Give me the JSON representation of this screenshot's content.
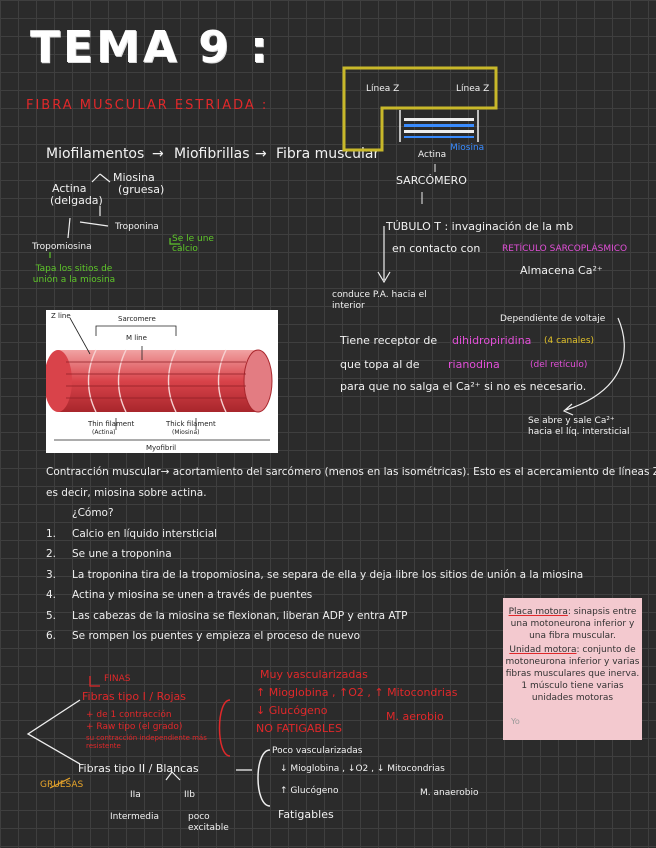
{
  "title": "TEMA 9 :",
  "subtitle": "FIBRA MUSCULAR ESTRIADA :",
  "flow": {
    "miofilamentos": "Miofilamentos",
    "miofibrillas": "Miofibrillas",
    "fibra": "Fibra muscular",
    "arrow": "→"
  },
  "actina": {
    "name": "Actina",
    "desc": "(delgada)"
  },
  "miosina": {
    "name": "Miosina",
    "desc": "(gruesa)"
  },
  "troponina": {
    "name": "Troponina",
    "note": "Se le une calcio"
  },
  "tropomiosina": {
    "name": "Tropomiosina",
    "note": "Tapa los sitios de unión a la miosina"
  },
  "sarcomero_box": {
    "linea_z_left": "Línea Z",
    "linea_z_right": "Línea Z",
    "actina": "Actina",
    "miosina": "Miosina",
    "label": "SARCÓMERO"
  },
  "tubulo": {
    "line1": "TÚBULO T : invaginación de la mb",
    "line2_prefix": "en contacto con",
    "line2_highlight": "RETÍCULO SARCOPLÁSMICO",
    "almacena": "Almacena Ca²⁺"
  },
  "conduce": "conduce P.A. hacia el interior",
  "dependiente": "Dependiente de voltaje",
  "receptor": {
    "l1a": "Tiene receptor de",
    "l1b": "dihidropiridina",
    "l1c": "(4 canales)",
    "l2a": "que topa al de",
    "l2b": "rianodina",
    "l2c": "(del retículo)",
    "l3": "para que no salga el Ca²⁺ si no es necesario."
  },
  "se_abre": "Se abre y sale Ca²⁺ hacia el líq. intersticial",
  "diagram": {
    "zline": "Z line",
    "sarcomere": "Sarcomere",
    "mline": "M line",
    "thin": "Thin filament",
    "thin_sub": "(Actina)",
    "thick": "Thick filament",
    "thick_sub": "(Miosina)",
    "myofibril": "Myofibril"
  },
  "contraccion": {
    "line1": "Contracción muscular→ acortamiento del sarcómero (menos en las isométricas). Esto es el acercamiento de líneas Z,",
    "line2": "es decir, miosina sobre actina.",
    "question": "¿Cómo?",
    "steps": [
      {
        "n": "1.",
        "t": "Calcio en líquido intersticial"
      },
      {
        "n": "2.",
        "t": "Se une a troponina"
      },
      {
        "n": "3.",
        "t": "La troponina tira de la tropomiosina, se separa de ella y deja libre los sitios de unión a la miosina"
      },
      {
        "n": "4.",
        "t": "Actina y miosina se unen a través de puentes"
      },
      {
        "n": "5.",
        "t": "Las cabezas de la miosina se flexionan, liberan ADP y entra ATP"
      },
      {
        "n": "6.",
        "t": "Se rompen los puentes y empieza el proceso de nuevo"
      }
    ]
  },
  "pinkbox": {
    "placa_label": "Placa motora",
    "placa_text": ": sinapsis entre una motoneurona inferior y una fibra muscular.",
    "unidad_label": "Unidad motora",
    "unidad_text": ": conjunto de motoneurona inferior y varias fibras musculares que inerva. 1 músculo tiene varias unidades motoras",
    "yo": "Yo"
  },
  "fibras": {
    "finas": "FINAS",
    "tipo1": "Fibras tipo I / Rojas",
    "tipo1_n1": "+ de 1 contracción",
    "tipo1_n2": "+ Raw tipo (el grado)",
    "tipo1_n3": "su contracción independiente más resistente",
    "muy_vasc": "Muy vascularizadas",
    "mioglobina1": "↑ Mioglobina , ↑O2 , ↑ Mitocondrias",
    "glucogeno1": "↓ Glucógeno",
    "aerobio": "M. aerobio",
    "no_fat": "NO FATIGABLES",
    "gruesas": "GRUESAS",
    "tipo2": "Fibras tipo II / Blancas",
    "poco_vasc": "Poco vascularizadas",
    "mioglobina2": "↓ Mioglobina , ↓O2 , ↓ Mitocondrias",
    "glucogeno2": "↑ Glucógeno",
    "anaerobio": "M. anaerobio",
    "fatigables": "Fatigables",
    "iia": "IIa",
    "iib": "IIb",
    "intermedia": "Intermedia",
    "poco_excitable": "poco excitable"
  }
}
